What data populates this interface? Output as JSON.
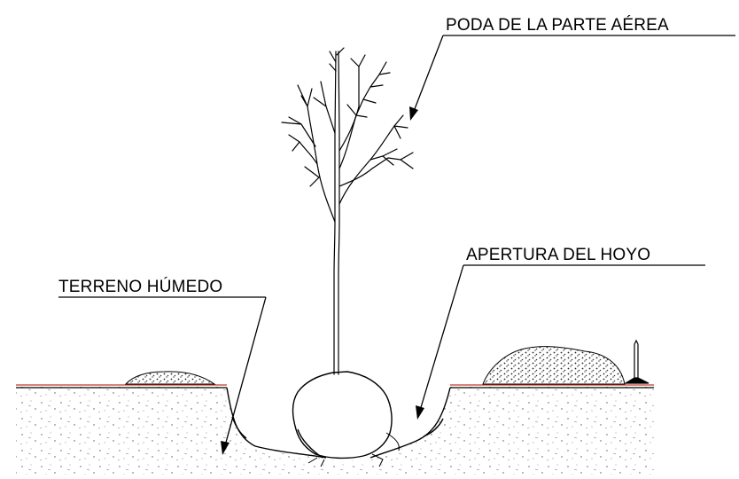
{
  "labels": {
    "pruning": "PODA DE LA PARTE AÉREA",
    "hole": "APERTURA DEL HOYO",
    "ground": "TERRENO HÚMEDO"
  },
  "colors": {
    "line": "#000000",
    "ground_surface": "#c0392b",
    "background": "#ffffff"
  },
  "icons": {
    "tree": "tree-sapling-icon",
    "stake": "stake-icon",
    "soil_mound": "soil-mound-icon"
  }
}
